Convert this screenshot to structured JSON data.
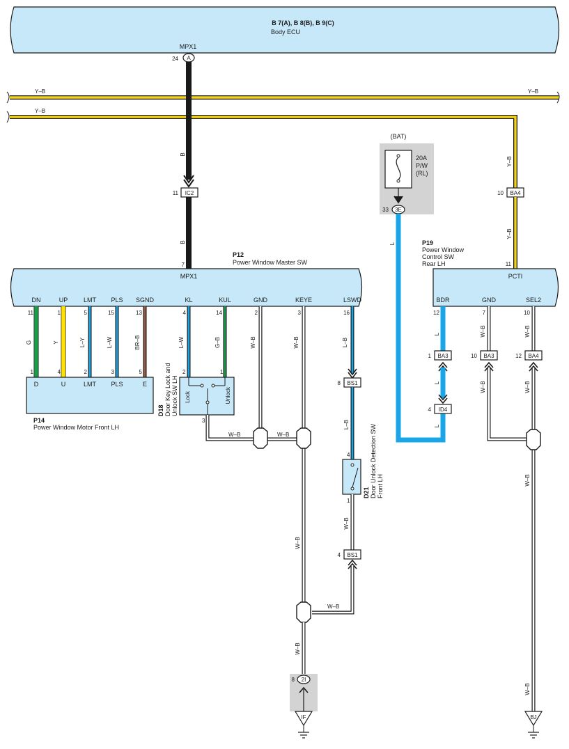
{
  "body_ecu": {
    "title": "B 7(A), B 8(B), B 9(C)",
    "subtitle": "Body ECU",
    "pin_label": "MPX1",
    "pin_num": "24",
    "conn": "A"
  },
  "bus_wires": {
    "top_left": "Y–B",
    "top_right": "Y–B",
    "second_left": "Y–B"
  },
  "wire_colors": {
    "B": "#1a1a1a",
    "Y-B": "#f2d21b",
    "L": "#1aa5e6",
    "G": "#1a9e4a",
    "Y": "#ffe000",
    "L-Y": "#1aa5e6",
    "L-W": "#1aa5e6",
    "BR-B": "#9b5a3c",
    "G-B": "#1a9e4a",
    "W-B": "#ffffff",
    "L-B": "#1aa5e6",
    "box": "#c7e8f8",
    "shade": "#d3d3d3"
  },
  "ic2": {
    "pin": "11",
    "conn": "IC2",
    "wire_upper": "B",
    "wire_lower": "B"
  },
  "master_sw": {
    "code": "P12",
    "name": "Power Window Master SW",
    "mpx_label": "MPX1",
    "mpx_pin": "7",
    "pins": [
      {
        "label": "DN",
        "num": "11",
        "wire": "G"
      },
      {
        "label": "UP",
        "num": "1",
        "wire": "Y"
      },
      {
        "label": "LMT",
        "num": "5",
        "wire": "L–Y"
      },
      {
        "label": "PLS",
        "num": "15",
        "wire": "L–W"
      },
      {
        "label": "SGND",
        "num": "13",
        "wire": "BR–B"
      },
      {
        "label": "KL",
        "num": "4",
        "wire": "L–W"
      },
      {
        "label": "KUL",
        "num": "14",
        "wire": "G–B"
      },
      {
        "label": "GND",
        "num": "2",
        "wire": "W–B"
      },
      {
        "label": "KEYE",
        "num": "3",
        "wire": "W–B"
      },
      {
        "label": "LSWD",
        "num": "16",
        "wire": "L–B"
      }
    ]
  },
  "motor": {
    "code": "P14",
    "name": "Power Window Motor Front LH",
    "pins": [
      {
        "label": "D",
        "num": "1"
      },
      {
        "label": "U",
        "num": "4"
      },
      {
        "label": "LMT",
        "num": "2"
      },
      {
        "label": "PLS",
        "num": "3"
      },
      {
        "label": "E",
        "num": "5"
      }
    ]
  },
  "d18": {
    "code": "D18",
    "name1": "Door Key Lock and",
    "name2": "Unlock SW LH",
    "lock": "Lock",
    "unlock": "Unlock",
    "pin_l": "2",
    "pin_r": "1",
    "pin_b": "3"
  },
  "ground_join": {
    "wire1": "W–B",
    "wire2": "W–B"
  },
  "bs1_top": {
    "pin": "8",
    "conn": "BS1",
    "wire": "L–B"
  },
  "d21": {
    "code": "D21",
    "name1": "Door Unlock Detection SW",
    "name2": "Front LH",
    "pin_top": "4",
    "pin_bot": "1",
    "wire": "W–B"
  },
  "bs1_bot": {
    "pin": "4",
    "conn": "BS1",
    "wire": "W–B"
  },
  "keye_wire": {
    "label": "W–B"
  },
  "ground_if": {
    "pin": "8",
    "conn": "2I",
    "wire": "W–B",
    "ground": "IF"
  },
  "fuse": {
    "source": "(BAT)",
    "rating": "20A",
    "name": "P/W",
    "loc": "(RL)",
    "pin": "33",
    "conn": "3E",
    "wire": "L"
  },
  "ba4_top": {
    "pin": "10",
    "conn": "BA4",
    "wire_upper": "Y–B",
    "wire_lower": "Y–B"
  },
  "control_sw": {
    "code": "P19",
    "name1": "Power Window",
    "name2": "Control SW",
    "name3": "Rear LH",
    "pcti": "PCTI",
    "pcti_pin": "11",
    "pins": [
      {
        "label": "BDR",
        "num": "12",
        "wire": "L"
      },
      {
        "label": "GND",
        "num": "7",
        "wire": "W–B"
      },
      {
        "label": "SEL2",
        "num": "10",
        "wire": "W–B"
      }
    ]
  },
  "ba3_a": {
    "pin": "1",
    "conn": "BA3",
    "wire": "L"
  },
  "id4": {
    "pin": "4",
    "conn": "ID4",
    "wire": "L"
  },
  "ba3_b": {
    "pin": "10",
    "conn": "BA3",
    "wire": "W–B"
  },
  "ba4_b": {
    "pin": "12",
    "conn": "BA4",
    "wire": "W–B"
  },
  "right_ground": {
    "wire1": "W–B",
    "wire2": "W–B",
    "ground": "BJ"
  }
}
